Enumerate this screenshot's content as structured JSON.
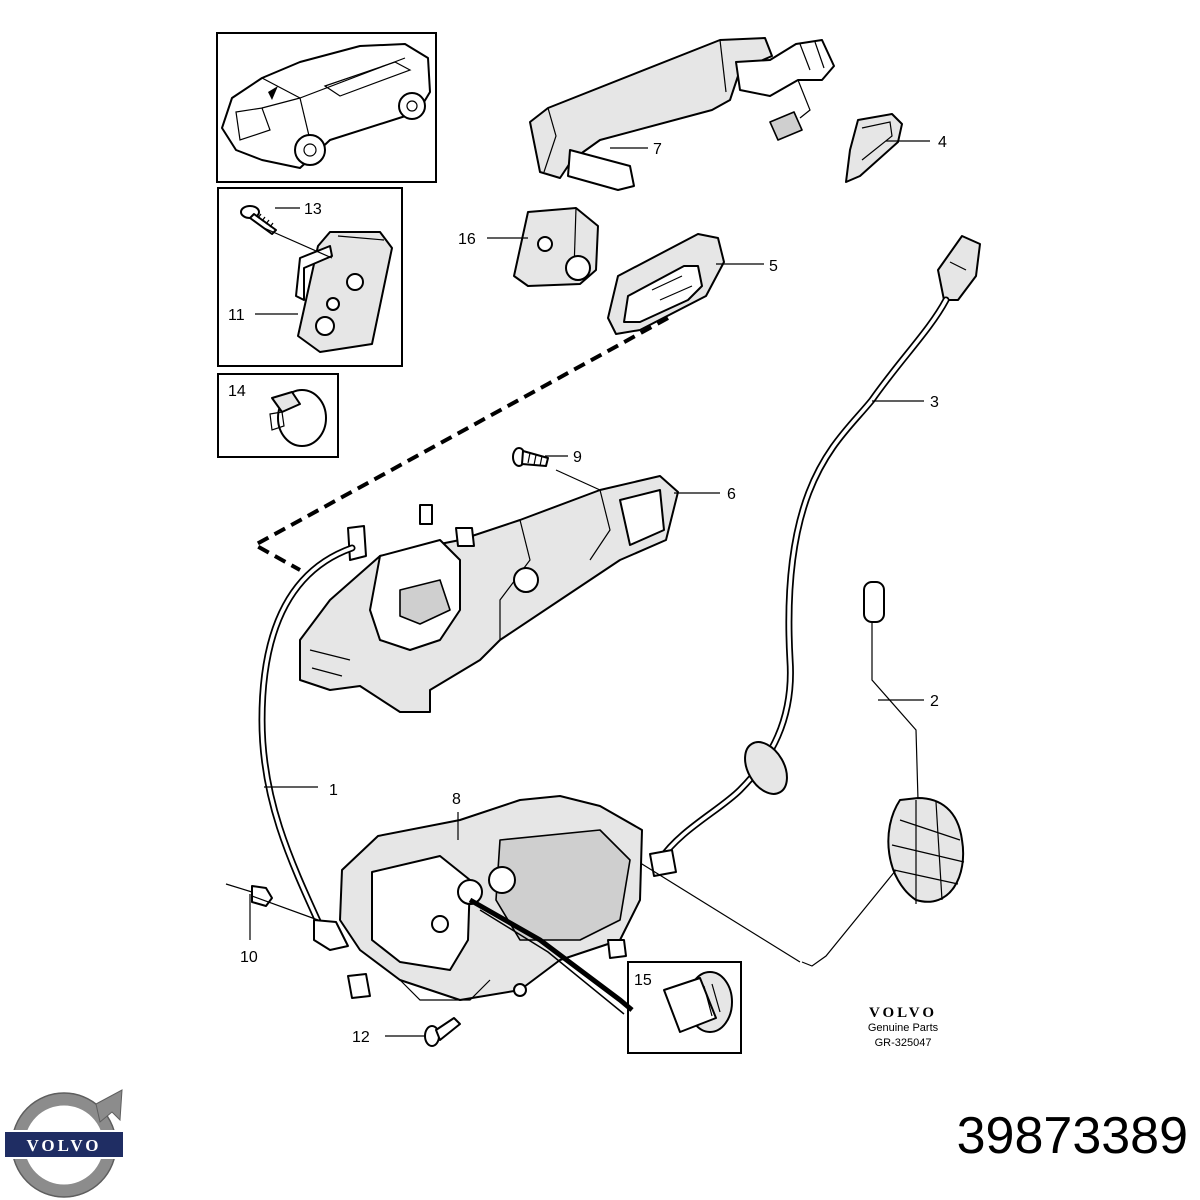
{
  "part_number": "39873389",
  "brand_logo": {
    "text": "VOLVO",
    "icon": "volvo-iron-mark-logo"
  },
  "diagram_brand": {
    "text": "VOLVO",
    "tagline": "Genuine Parts",
    "reference": "GR-325047"
  },
  "callouts": [
    {
      "id": "1",
      "label": "1"
    },
    {
      "id": "2",
      "label": "2"
    },
    {
      "id": "3",
      "label": "3"
    },
    {
      "id": "4",
      "label": "4"
    },
    {
      "id": "5",
      "label": "5"
    },
    {
      "id": "6",
      "label": "6"
    },
    {
      "id": "7",
      "label": "7"
    },
    {
      "id": "8",
      "label": "8"
    },
    {
      "id": "9",
      "label": "9"
    },
    {
      "id": "10",
      "label": "10"
    },
    {
      "id": "11",
      "label": "11"
    },
    {
      "id": "12",
      "label": "12"
    },
    {
      "id": "13",
      "label": "13"
    },
    {
      "id": "14",
      "label": "14"
    },
    {
      "id": "15",
      "label": "15"
    },
    {
      "id": "16",
      "label": "16"
    }
  ],
  "colors": {
    "line": "#000000",
    "fill_light": "#e6e6e6",
    "fill_mid": "#cfcfcf",
    "logo_silver": "#8c8c8c",
    "logo_blue": "#1f2d63"
  }
}
